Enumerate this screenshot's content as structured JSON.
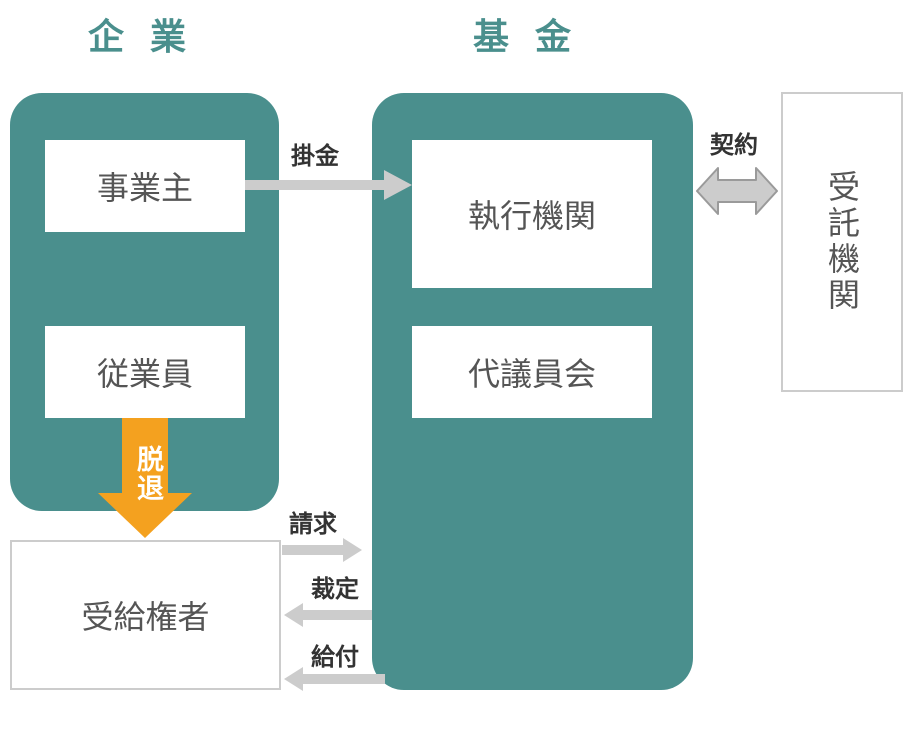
{
  "headings": {
    "company": "企業",
    "fund": "基金"
  },
  "company": {
    "employer": "事業主",
    "employee": "従業員"
  },
  "fund": {
    "executive": "執行機関",
    "council": "代議員会"
  },
  "trustee": "受託機関",
  "beneficiary": "受給権者",
  "flows": {
    "contribution": "掛金",
    "contract": "契約",
    "withdrawal": "脱退",
    "claim": "請求",
    "ruling": "裁定",
    "payment": "給付"
  },
  "colors": {
    "panel": "#4a8f8d",
    "withdrawal_arrow": "#f4a11f",
    "flow_arrow": "#cccccc"
  }
}
